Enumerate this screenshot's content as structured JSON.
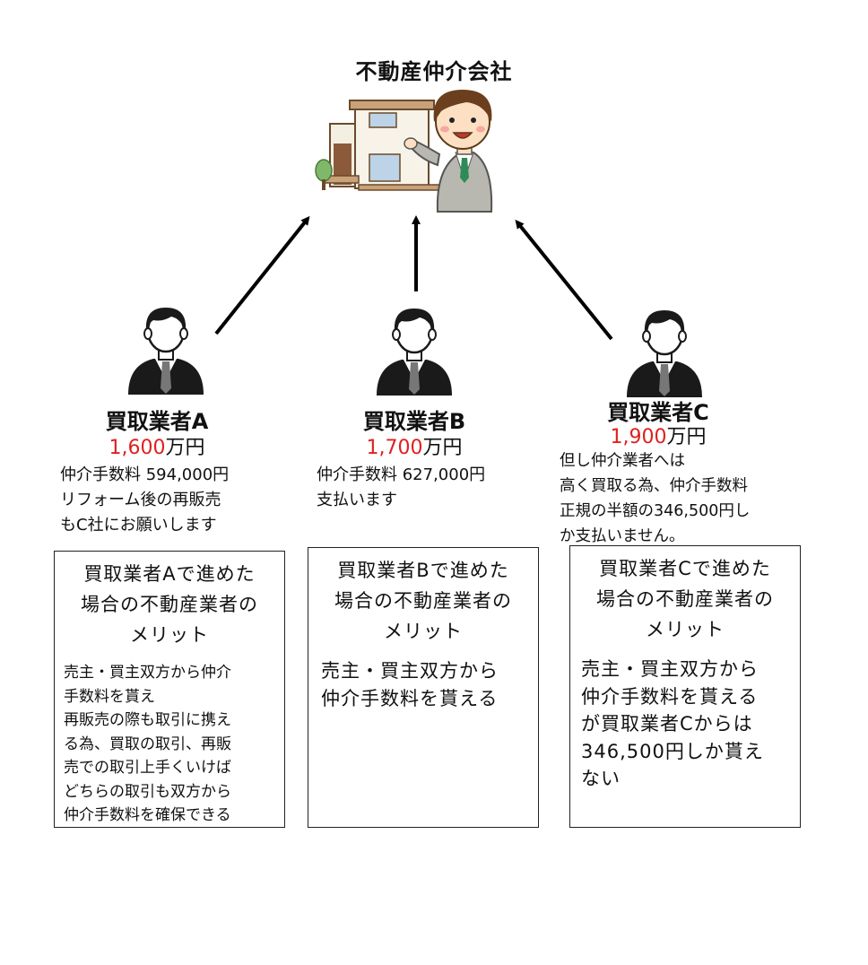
{
  "diagram": {
    "top_label": "不動産仲介会社",
    "buyers": [
      {
        "name": "買取業者A",
        "price_amount": "1,600",
        "price_unit": "万円",
        "note": "仲介手数料 594,000円\nリフォーム後の再販売\nもC社にお願いします",
        "box_title": "買取業者Aで進めた\n場合の不動産業者の\nメリット",
        "box_body": "売主・買主双方から仲介\n手数料を貰え\n再販売の際も取引に携え\nる為、買取の取引、再販\n売での取引上手くいけば\nどちらの取引も双方から\n仲介手数料を確保できる"
      },
      {
        "name": "買取業者B",
        "price_amount": "1,700",
        "price_unit": "万円",
        "note": "仲介手数料 627,000円\n支払います",
        "box_title": "買取業者Bで進めた\n場合の不動産業者の\nメリット",
        "box_body": "売主・買主双方から\n仲介手数料を貰える"
      },
      {
        "name": "買取業者C",
        "price_amount": "1,900",
        "price_unit": "万円",
        "note": "但し仲介業者へは\n高く買取る為、仲介手数料\n正規の半額の346,500円し\nか支払いません。",
        "box_title": "買取業者Cで進めた\n場合の不動産業者の\nメリット",
        "box_body": "売主・買主双方から\n仲介手数料を貰える\nが買取業者Cからは\n346,500円しか貰え\nない"
      }
    ],
    "colors": {
      "price": "#e02020",
      "suit": "#1a1a1a",
      "hair": "#1a1a1a",
      "skin": "#ffffff",
      "tie": "#777777",
      "agent_suit": "#b8b8b0",
      "agent_tie": "#2e8b57"
    },
    "icons": [
      "house-icon",
      "agent-icon",
      "businessman-icon",
      "arrow-icon"
    ]
  }
}
